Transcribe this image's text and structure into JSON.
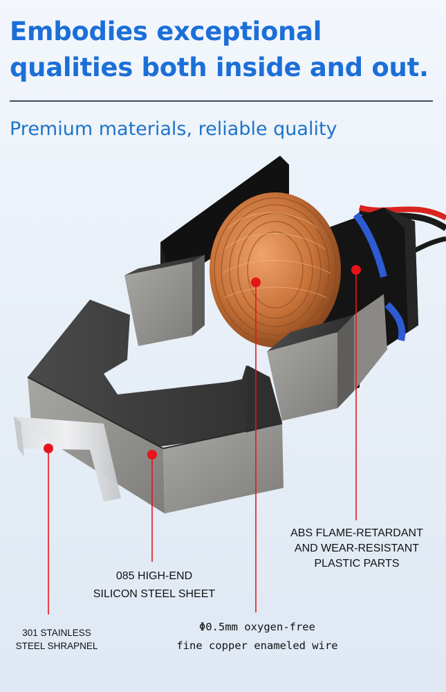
{
  "header": {
    "headline_line1": "Embodies exceptional",
    "headline_line2": "qualities both inside and out.",
    "subheadline": "Premium materials, reliable quality"
  },
  "callouts": {
    "abs_plastic": {
      "line1": "ABS FLAME-RETARDANT",
      "line2": "AND WEAR-RESISTANT",
      "line3": "PLASTIC PARTS"
    },
    "silicon_steel": {
      "line1": "085 HIGH-END",
      "line2": "SILICON STEEL SHEET"
    },
    "copper_wire": {
      "line1": "Φ0.5mm oxygen-free",
      "line2": "fine copper enameled wire"
    },
    "stainless_shrapnel": {
      "line1": "301 STAINLESS",
      "line2": "STEEL SHRAPNEL"
    }
  },
  "colors": {
    "headline": "#1c6fd8",
    "subheadline": "#1f73c9",
    "callout_marker": "#e8141b",
    "copper": "#c8733a",
    "steel": "#8f8e8b"
  }
}
